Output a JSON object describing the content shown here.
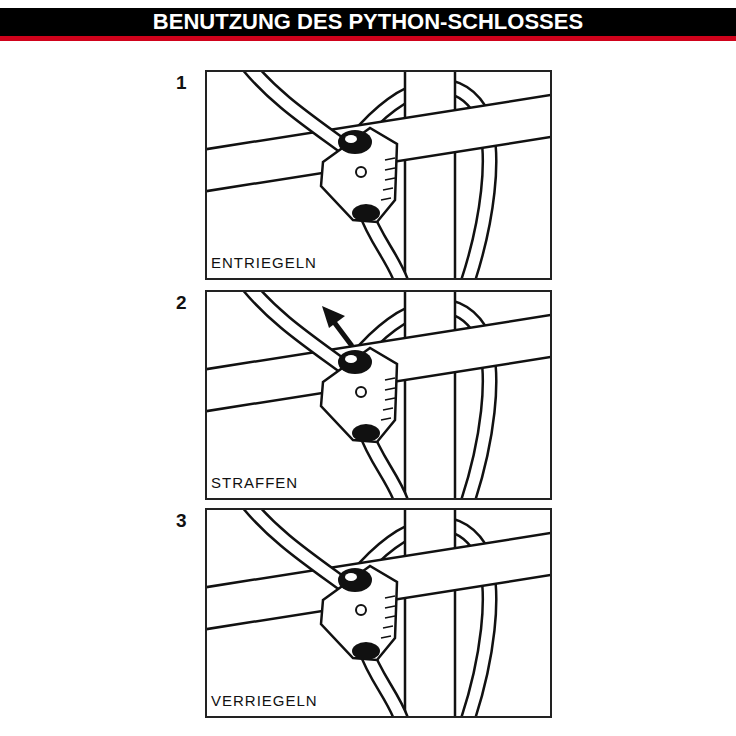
{
  "diagram": {
    "title": "BENUTZUNG DES PYTHON-SCHLOSSES",
    "nodes": [
      {
        "text": [
          "1",
          "ENTRIEGELN"
        ]
      },
      {
        "text": [
          "2",
          "STRAFFEN"
        ]
      },
      {
        "text": [
          "3",
          "VERRIEGELN"
        ]
      }
    ]
  }
}
